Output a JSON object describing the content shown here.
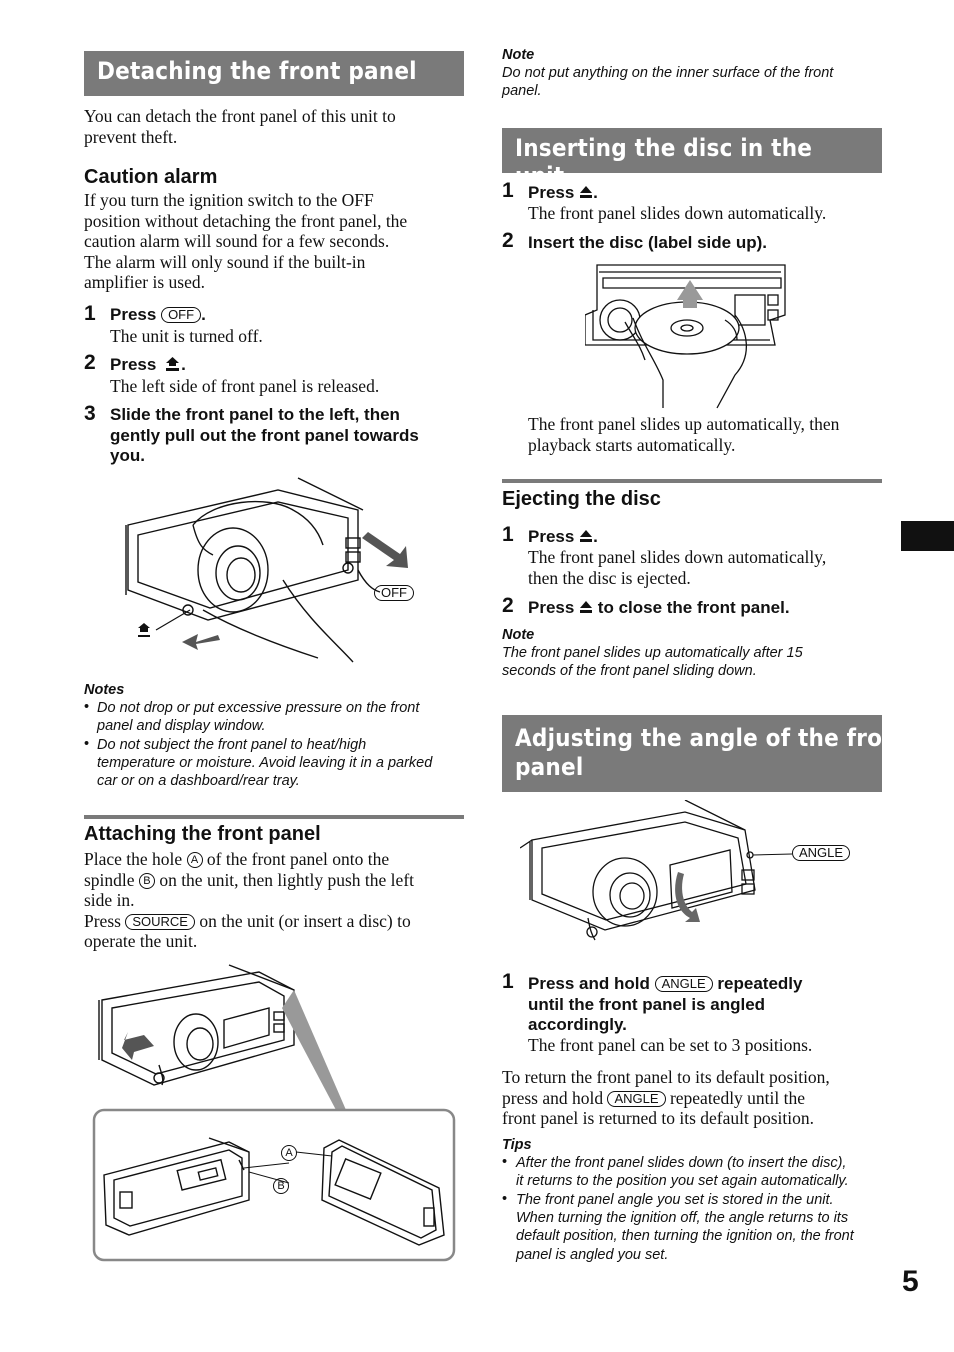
{
  "left": {
    "detach_title": "Detaching the front panel",
    "intro": [
      "You can detach the front panel of this unit to",
      "prevent theft."
    ],
    "caution_head": "Caution alarm",
    "caution_text": [
      "If you turn the ignition switch to the OFF",
      "position without detaching the front panel, the",
      "caution alarm will sound for a few seconds.",
      "The alarm will only sound if the built-in",
      "amplifier is used."
    ],
    "step1_num": "1",
    "step1_press": "Press",
    "step1_key": "OFF",
    "step1_end": ".",
    "step1_desc": "The unit is turned off.",
    "step2_num": "2",
    "step2_press": "Press",
    "step2_end": ".",
    "step2_desc": "The left side of front panel is released.",
    "step3_num": "3",
    "step3_text": [
      "Slide the front panel to the left, then",
      "gently pull out the front panel towards",
      "you."
    ],
    "fig1_off_label": "OFF",
    "notes_head": "Notes",
    "notes": [
      [
        "Do not drop or put excessive pressure on the front",
        "panel and display window."
      ],
      [
        "Do not subject the front panel to heat/high",
        "temperature or moisture. Avoid leaving it in a parked",
        "car or on a dashboard/rear tray."
      ]
    ],
    "attach_head": "Attaching the front panel",
    "attach_l1a": "Place the hole",
    "attach_l1_circ": "A",
    "attach_l1b": "of the front panel onto the",
    "attach_l2a": "spindle",
    "attach_l2_circ": "B",
    "attach_l2b": "on the unit, then lightly push the left",
    "attach_l3": "side in.",
    "attach_l4a": "Press",
    "attach_l4_key": "SOURCE",
    "attach_l4b": "on the unit (or insert a disc) to",
    "attach_l5": "operate the unit.",
    "fig_label_a": "A",
    "fig_label_b": "B"
  },
  "right": {
    "note_head": "Note",
    "note_text": [
      "Do not put anything on the inner surface of the front",
      "panel."
    ],
    "insert_title": "Inserting the disc in the unit",
    "ins1_num": "1",
    "ins1_text": "Press",
    "ins1_end": ".",
    "ins1_desc": "The front panel slides down automatically.",
    "ins2_num": "2",
    "ins2_text": "Insert the disc (label side up).",
    "ins_after": [
      "The front panel slides up automatically, then",
      "playback starts automatically."
    ],
    "eject_head": "Ejecting the disc",
    "ej1_num": "1",
    "ej1_text": "Press",
    "ej1_end": ".",
    "ej1_desc": [
      "The front panel slides down automatically,",
      "then the disc is ejected."
    ],
    "ej2_num": "2",
    "ej2_text_a": "Press",
    "ej2_text_b": "to close the front panel.",
    "note2_head": "Note",
    "note2_text": [
      "The front panel slides up automatically after 15",
      "seconds of the front panel sliding down."
    ],
    "angle_title": [
      "Adjusting the angle of the front",
      "panel"
    ],
    "angle_fig_label": "ANGLE",
    "ang1_num": "1",
    "ang1_a": "Press and hold",
    "ang1_key": "ANGLE",
    "ang1_b": "repeatedly",
    "ang1_l2": "until the front panel is angled",
    "ang1_l3": "accordingly.",
    "ang1_desc": "The front panel can be set to 3 positions.",
    "return_l1": "To return the front panel to its default position,",
    "return_l2a": "press and hold",
    "return_key": "ANGLE",
    "return_l2b": "repeatedly until the",
    "return_l3": "front panel is returned to its default position.",
    "tips_head": "Tips",
    "tips": [
      [
        "After the front panel slides down (to insert the disc),",
        "it returns to the position you set again automatically."
      ],
      [
        "The front panel angle you set is stored in the unit.",
        "When turning the ignition off, the angle returns to its",
        "default position, then turning the ignition on, the front",
        "panel is angled you set."
      ]
    ]
  },
  "page_number": "5"
}
